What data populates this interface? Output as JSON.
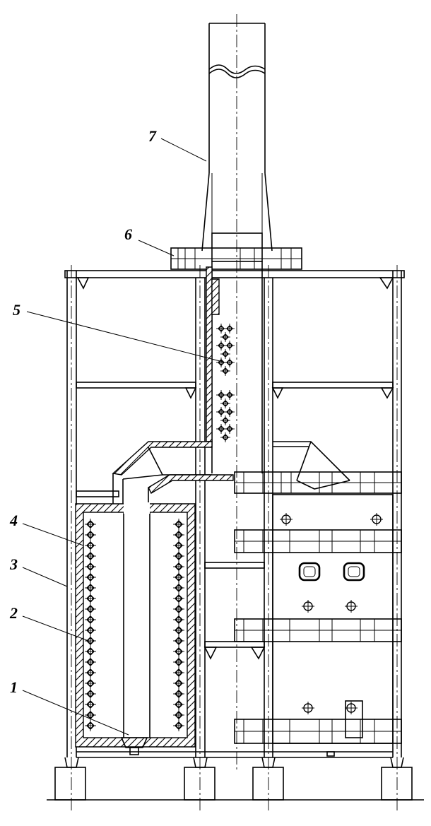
{
  "diagram": {
    "type": "equipment-section-drawing",
    "callouts": [
      {
        "id": "1",
        "label": "1"
      },
      {
        "id": "2",
        "label": "2"
      },
      {
        "id": "3",
        "label": "3"
      },
      {
        "id": "4",
        "label": "4"
      },
      {
        "id": "5",
        "label": "5"
      },
      {
        "id": "6",
        "label": "6"
      },
      {
        "id": "7",
        "label": "7"
      }
    ]
  }
}
